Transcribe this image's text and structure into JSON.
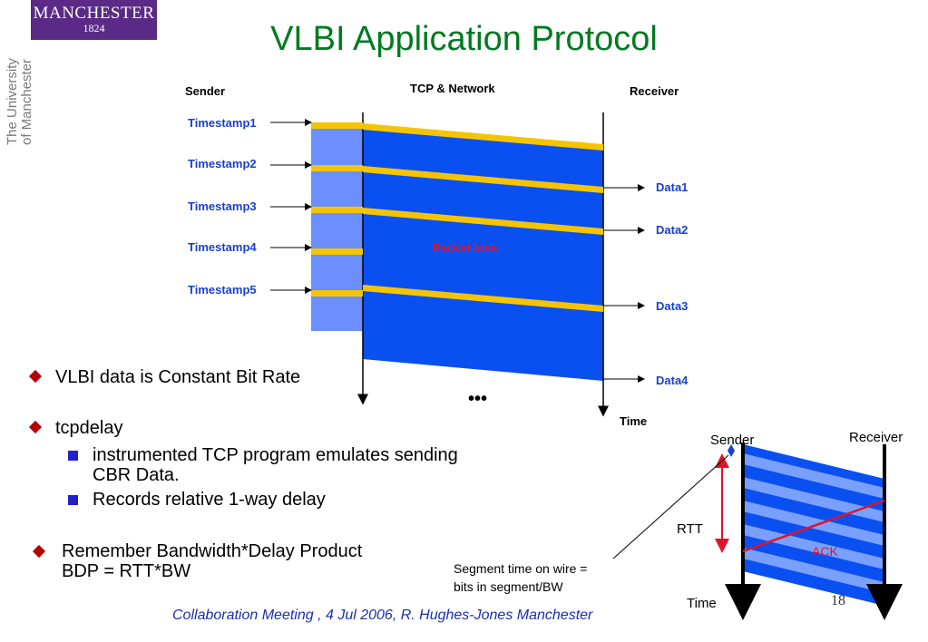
{
  "logo": {
    "name": "MANCHESTER",
    "year": "1824"
  },
  "university_vertical": [
    "The University",
    "of Manchester"
  ],
  "title": "VLBI Application Protocol",
  "main_diagram": {
    "sender_label": "Sender",
    "network_label": "TCP & Network",
    "receiver_label": "Receiver",
    "time_label": "Time",
    "timestamps": [
      "Timestamp1",
      "Timestamp2",
      "Timestamp3",
      "Timestamp4",
      "Timestamp5"
    ],
    "data_labels": [
      "Data1",
      "Data2",
      "Data3",
      "Data4"
    ],
    "packet_loss_label": "Packet loss",
    "ellipsis": "•••",
    "colors": {
      "pipe": "#0a50f0",
      "sender_block": "#6b8fff",
      "stripe": "#f5c400",
      "label_blue": "#1a3fcf",
      "loss_red": "#e0142a"
    }
  },
  "bullets": {
    "b1": "VLBI data is Constant Bit Rate",
    "b2": "tcpdelay",
    "sub1_line1": "instrumented TCP program emulates sending",
    "sub1_line2": "CBR Data.",
    "sub2": "Records relative 1-way delay",
    "b3_line1": "Remember Bandwidth*Delay Product",
    "b3_line2": "BDP = RTT*BW"
  },
  "small_diagram": {
    "sender_label": "Sender",
    "receiver_label": "Receiver",
    "rtt_label": "RTT",
    "ack_label": "ACK",
    "time_label": "Time",
    "segment_line1": "Segment time on wire =",
    "segment_line2": "bits in segment/BW"
  },
  "footer": "Collaboration Meeting , 4 Jul 2006,  R. Hughes-Jones  Manchester",
  "page_number": "18"
}
